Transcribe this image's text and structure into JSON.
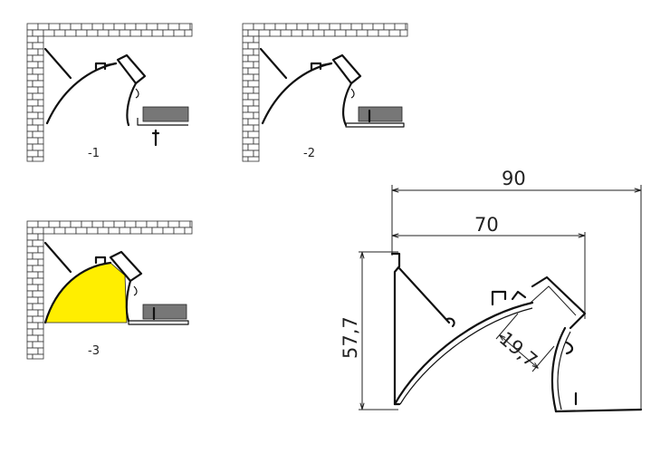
{
  "steps": [
    {
      "label": "-1"
    },
    {
      "label": "-2"
    },
    {
      "label": "-3"
    }
  ],
  "dimensions": {
    "width_outer": "90",
    "width_inner": "70",
    "height": "57,7",
    "diffuser": "19,7"
  },
  "colors": {
    "light_beam": "#ffee00",
    "led_strip": "#777777",
    "lines": "#111111"
  }
}
